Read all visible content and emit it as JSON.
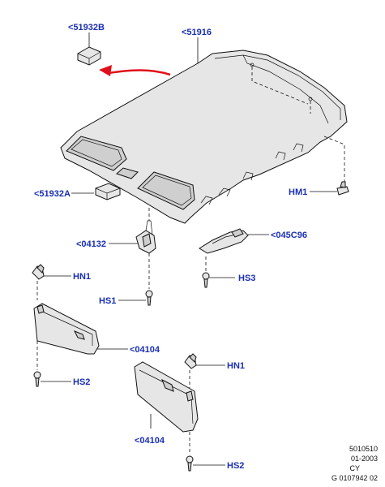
{
  "callouts": {
    "c51932B": "<51932B",
    "c51916": "<51916",
    "c51932A": "<51932A",
    "cHM1": "HM1",
    "c04132": "<04132",
    "c045C96": "<045C96",
    "cHN1_left": "HN1",
    "cHS3": "HS3",
    "cHS1": "HS1",
    "c04104_left": "<04104",
    "cHS2_left": "HS2",
    "cHN1_right": "HN1",
    "c04104_right": "<04104",
    "cHS2_right": "HS2"
  },
  "footer": {
    "line1": "5010510",
    "line2": "01-2003",
    "line3": "CY",
    "line4": "G 0107942 02"
  },
  "colors": {
    "callout": "#1a2fb4",
    "arrow": "#e0101a",
    "line": "#111111"
  }
}
